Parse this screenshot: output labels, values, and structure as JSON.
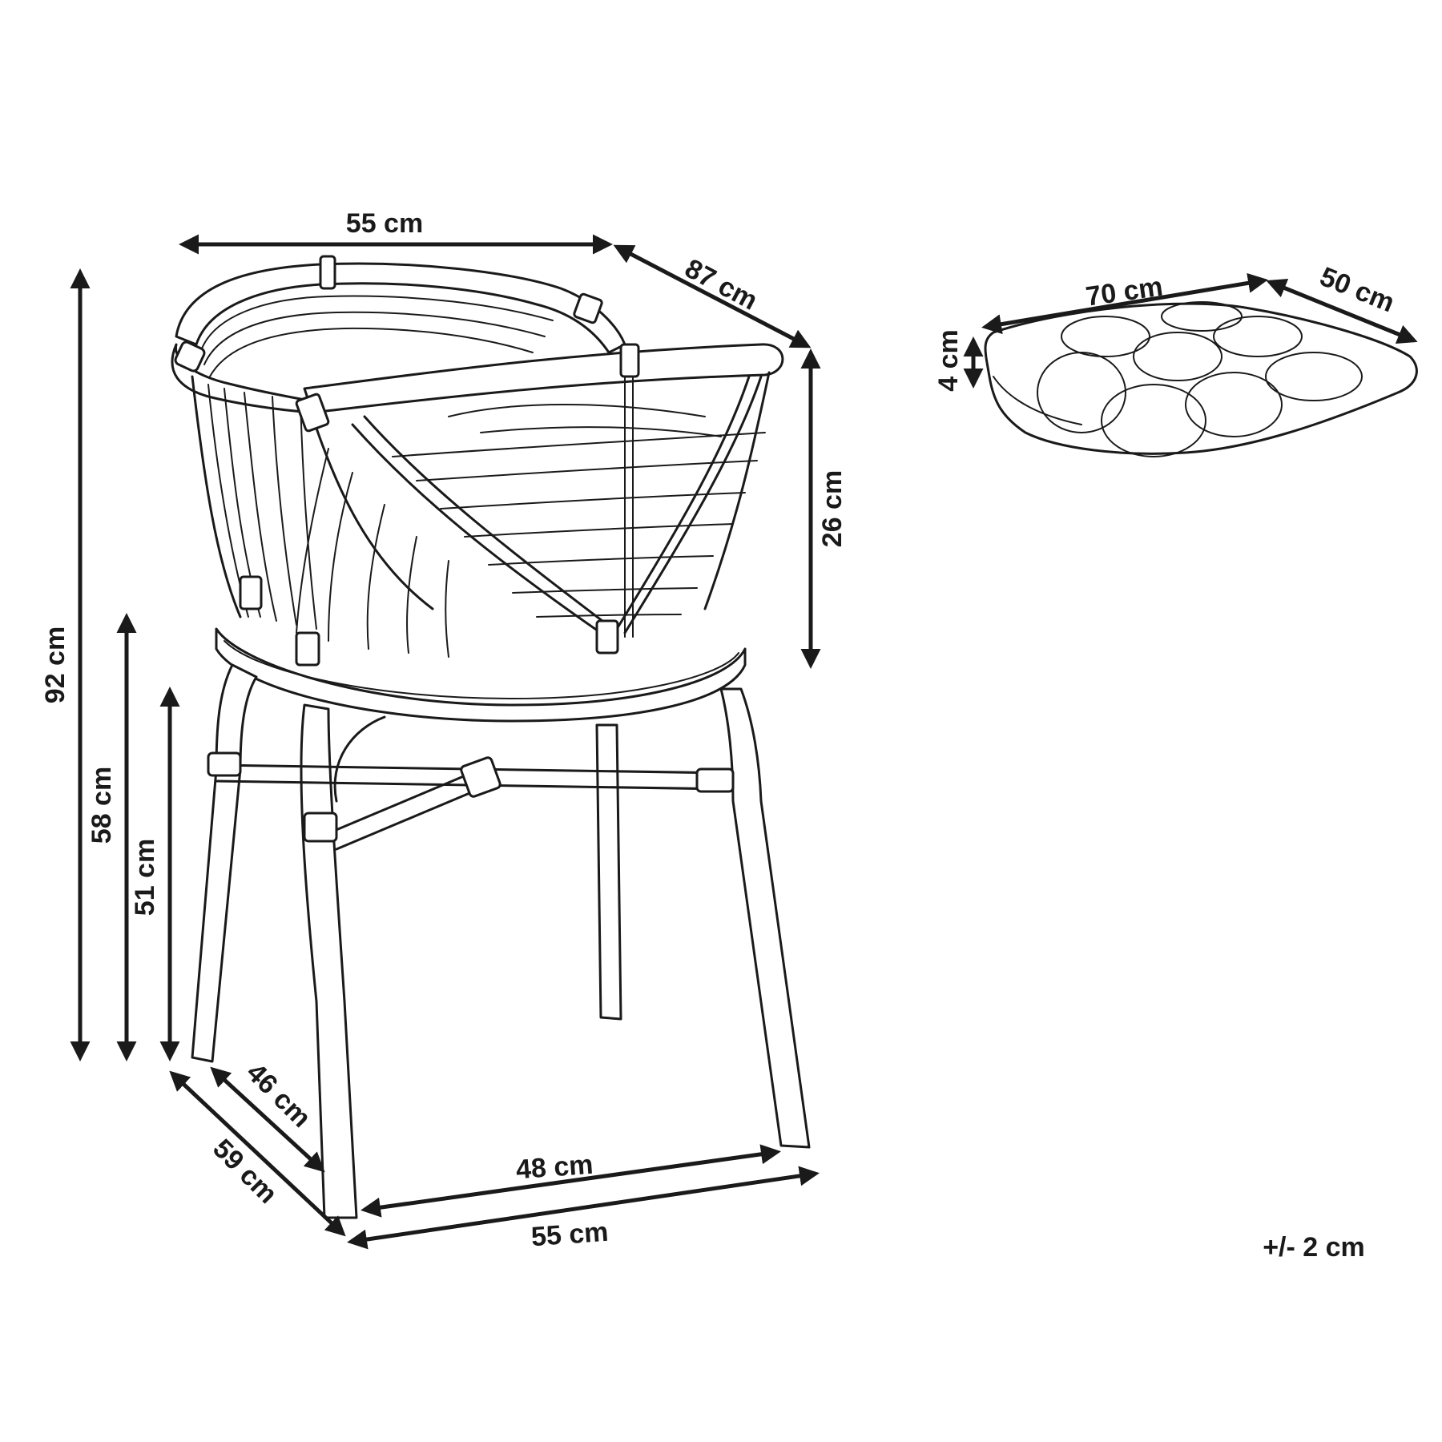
{
  "chair": {
    "top_width": "55 cm",
    "top_depth": "87 cm",
    "armrest_height": "26 cm",
    "total_height": "92 cm",
    "arm_height": "58 cm",
    "seat_height": "51 cm",
    "seat_depth": "46 cm",
    "base_depth": "59 cm",
    "seat_width": "48 cm",
    "base_width": "55 cm"
  },
  "cushion": {
    "width": "70 cm",
    "depth": "50 cm",
    "thickness": "4 cm"
  },
  "tolerance": "+/- 2 cm",
  "colors": {
    "ink": "#1a1a1a",
    "background": "#ffffff"
  }
}
